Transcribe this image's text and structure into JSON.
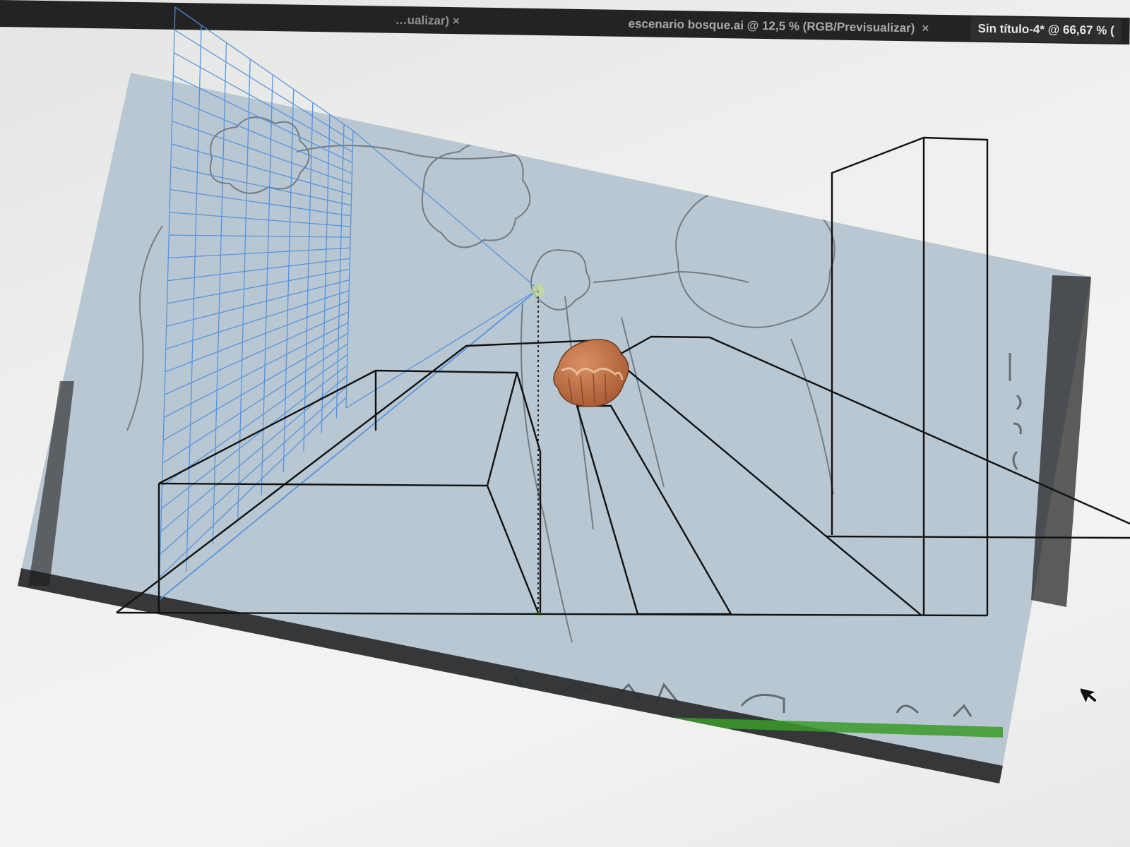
{
  "app": {
    "tabs": [
      {
        "label": "…ualizar) ×",
        "active": false
      },
      {
        "label": "escenario bosque.ai @ 12,5 % (RGB/Previsualizar)",
        "close": "×",
        "active": false
      },
      {
        "label": "Sin título-4* @ 66,67 % (",
        "active": true
      }
    ]
  },
  "canvas": {
    "artboard_color": "#b9c7d2",
    "grid_color": "#4a90e2",
    "stroke_color": "#111111",
    "rock_color": "#c47a4e",
    "ground_color": "#3a9a2a"
  },
  "icons": {
    "cursor": "arrow-cursor-icon"
  }
}
